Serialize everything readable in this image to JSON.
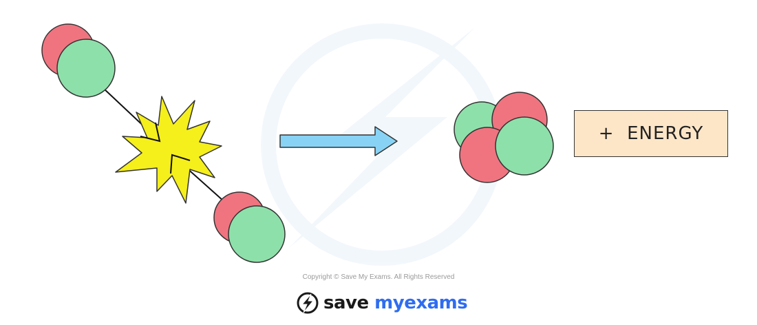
{
  "energy_box": {
    "label": "+  ENERGY",
    "background": "#fde6c8"
  },
  "footer": {
    "copyright": "Copyright © Save My Exams. All Rights Reserved",
    "brand_word1": "save",
    "brand_word2": "my",
    "brand_word3": "exams",
    "brand_icon": "lightning-bolt-icon"
  },
  "colors": {
    "proton": "#f07480",
    "neutron": "#8ee0aa",
    "arrow": "#88d3f5",
    "collision": "#f5ef1c",
    "brand_blue": "#2f6df0"
  }
}
